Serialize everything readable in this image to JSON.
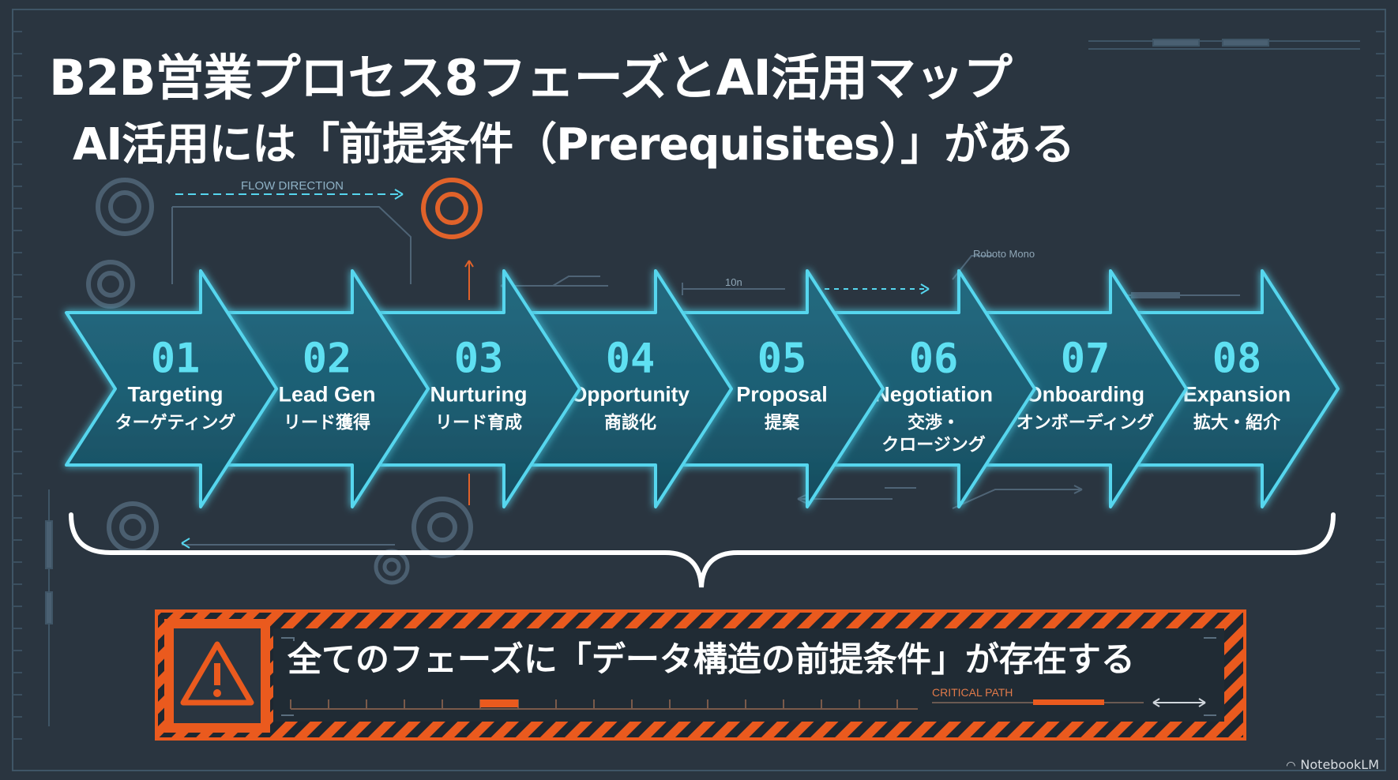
{
  "header": {
    "title": "B2B営業プロセス8フェーズとAI活用マップ",
    "subtitle": "AI活用には「前提条件（Prerequisites）」がある"
  },
  "phases": [
    {
      "number": "01",
      "en": "Targeting",
      "ja": [
        "ターゲティング"
      ]
    },
    {
      "number": "02",
      "en": "Lead Gen",
      "ja": [
        "リード獲得"
      ]
    },
    {
      "number": "03",
      "en": "Nurturing",
      "ja": [
        "リード育成"
      ]
    },
    {
      "number": "04",
      "en": "Opportunity",
      "ja": [
        "商談化"
      ]
    },
    {
      "number": "05",
      "en": "Proposal",
      "ja": [
        "提案"
      ]
    },
    {
      "number": "06",
      "en": "Negotiation",
      "ja": [
        "交渉・",
        "クロージング"
      ]
    },
    {
      "number": "07",
      "en": "Onboarding",
      "ja": [
        "オンボーディング"
      ]
    },
    {
      "number": "08",
      "en": "Expansion",
      "ja": [
        "拡大・紹介"
      ]
    }
  ],
  "annotations": {
    "flow_direction": "FLOW DIRECTION",
    "roboto_mono": "Roboto Mono",
    "dimension": "10n",
    "critical_path": "CRITICAL PATH"
  },
  "callout": {
    "text": "全てのフェーズに「データ構造の前提条件」が存在する",
    "icon": "warning-icon"
  },
  "watermark": "NotebookLM",
  "colors": {
    "background": "#2a3540",
    "arrow_fill": "#1e5f74",
    "arrow_glow": "#56d6ee",
    "phase_number": "#5fe0f2",
    "accent_orange": "#ea5a1e",
    "blueprint_line": "#3f5566"
  }
}
